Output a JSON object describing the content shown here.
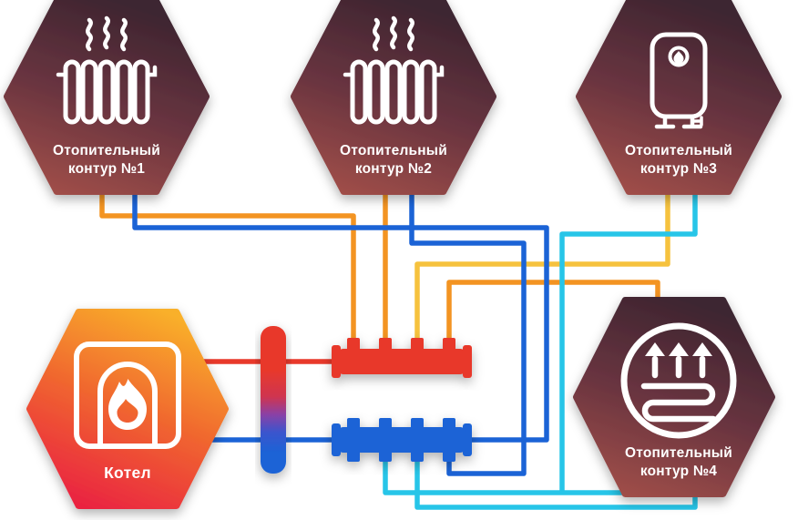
{
  "diagram": {
    "nodes": {
      "circuit1": {
        "label_line1": "Отопительный",
        "label_line2": "контур  №1",
        "icon": "radiator-icon"
      },
      "circuit2": {
        "label_line1": "Отопительный",
        "label_line2": "контур  №2",
        "icon": "radiator-icon"
      },
      "circuit3": {
        "label_line1": "Отопительный",
        "label_line2": "контур  №3",
        "icon": "water-heater-icon"
      },
      "circuit4": {
        "label_line1": "Отопительный",
        "label_line2": "контур  №4",
        "icon": "underfloor-heating-icon"
      },
      "boiler": {
        "label": "Котел",
        "icon": "boiler-flame-icon"
      }
    },
    "colors": {
      "supply_hot": "#e8392b",
      "return_cold": "#1b63d6",
      "supply_warm": "#f39422",
      "supply_yellow": "#f6c23e",
      "return_cyan": "#27c5e8",
      "hex_dark_top": "#3e2530",
      "hex_dark_mid": "#693440",
      "hex_dark_bottom": "#a04e48",
      "boiler_top": "#f9b02b",
      "boiler_mid": "#f0652f",
      "boiler_bottom": "#ea2441",
      "sep_mid_1": "#cf3550",
      "sep_mid_2": "#8a41a6",
      "sep_mid_3": "#3b55cd"
    }
  }
}
